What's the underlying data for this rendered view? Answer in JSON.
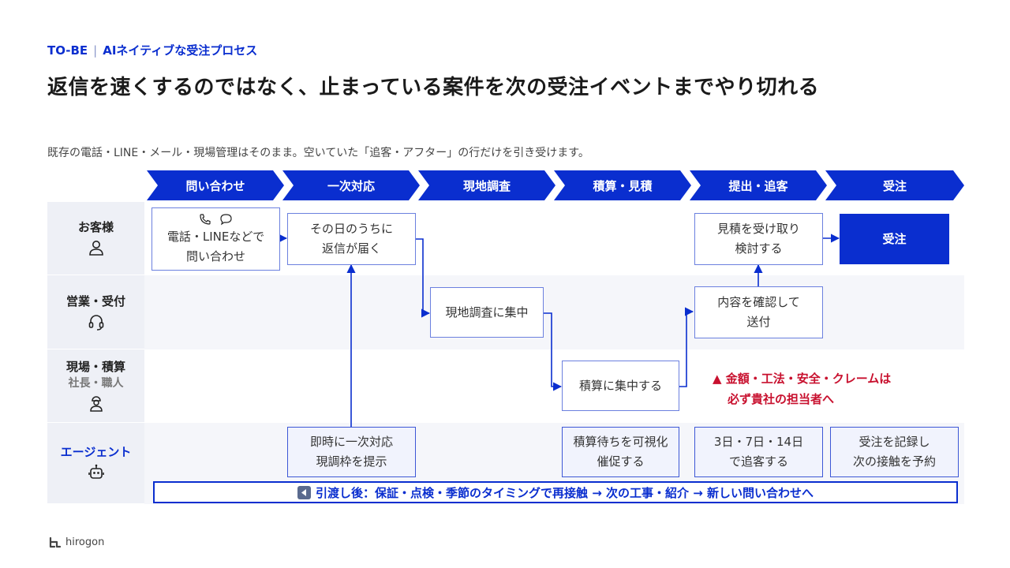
{
  "header": {
    "tag": "TO-BE",
    "separator": "|",
    "tag_title": "AIネイティブな受注プロセス",
    "title": "返信を速くするのではなく、止まっている案件を次の受注イベントまでやり切れる",
    "subtitle": "既存の電話・LINE・メール・現場管理はそのまま。空いていた「追客・アフター」の行だけを引き受けます。"
  },
  "stages": [
    "問い合わせ",
    "一次対応",
    "現地調査",
    "積算・見積",
    "提出・追客",
    "受注"
  ],
  "lanes": {
    "customer": {
      "label": "お客様",
      "icon": "person-icon"
    },
    "sales": {
      "label": "営業・受付",
      "icon": "headset-icon"
    },
    "field": {
      "label": "現場・積算",
      "sublabel": "社長・職人",
      "icon": "worker-icon"
    },
    "agent": {
      "label": "エージェント",
      "icon": "robot-icon"
    }
  },
  "boxes": {
    "inquiry": {
      "line1": "電話・LINEなどで",
      "line2": "問い合わせ",
      "icons": [
        "phone-icon",
        "chat-bubble-icon"
      ]
    },
    "reply": {
      "line1": "その日のうちに",
      "line2": "返信が届く"
    },
    "receive_quote": {
      "line1": "見積を受け取り",
      "line2": "検討する"
    },
    "order": {
      "line1": "受注"
    },
    "site_survey": {
      "line1": "現地調査に集中"
    },
    "confirm_send": {
      "line1": "内容を確認して",
      "line2": "送付"
    },
    "estimate": {
      "line1": "積算に集中する"
    },
    "agent_first": {
      "line1": "即時に一次対応",
      "line2": "現調枠を提示"
    },
    "agent_visualize": {
      "line1": "積算待ちを可視化",
      "line2": "催促する"
    },
    "agent_followup": {
      "line1": "3日・7日・14日",
      "line2": "で追客する"
    },
    "agent_record": {
      "line1": "受注を記録し",
      "line2": "次の接触を予約"
    }
  },
  "warning": {
    "line1": "▲ 金額・工法・安全・クレームは",
    "line2": "必ず貴社の担当者へ"
  },
  "handoff": {
    "text": "引渡し後：保証・点検・季節のタイミングで再接触 → 次の工事・紹介 → 新しい問い合わせへ",
    "icon": "back-arrow-icon"
  },
  "footer": {
    "brand": "hirogon"
  },
  "colors": {
    "primary": "#0a2ecf",
    "warning": "#c8102e",
    "lane_gray": "#f5f6fa",
    "label_bg": "#eef0f6"
  }
}
